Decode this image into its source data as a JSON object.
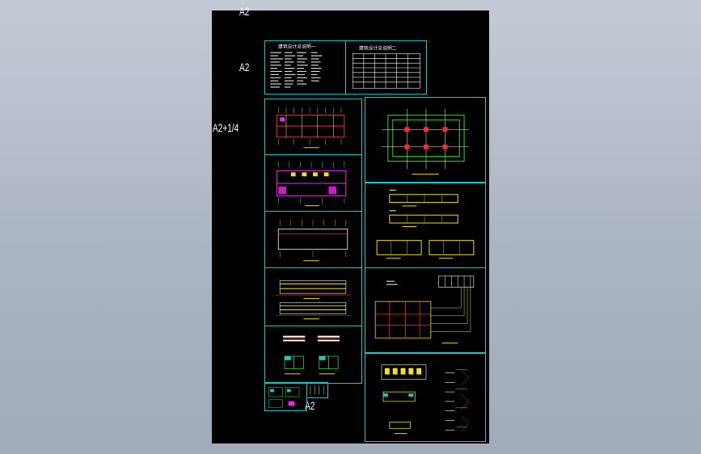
{
  "sheet_labels": {
    "top": "A2",
    "second": "A2",
    "third": "A2+1/4",
    "bottom": "A2"
  },
  "table_titles": {
    "left": "建筑设计总说明一",
    "right": "建筑设计总说明二"
  },
  "colors": {
    "background": "#a8b1c0",
    "sheet": "#000000",
    "frame": "#19c8c8",
    "line_white": "#ffffff",
    "line_red": "#ff2a2a",
    "line_green": "#22e022",
    "line_yellow": "#f0e020",
    "line_magenta": "#ff22ff"
  }
}
